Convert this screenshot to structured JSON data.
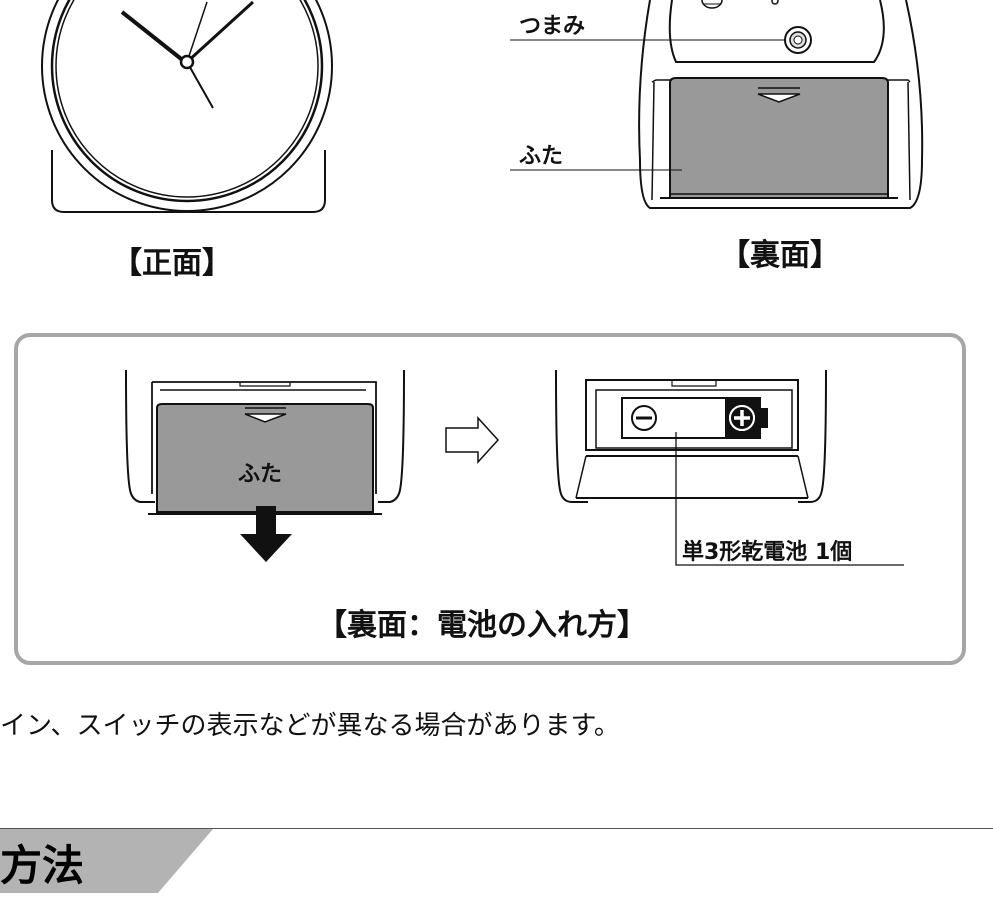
{
  "front": {
    "caption": "【正面】"
  },
  "back": {
    "caption": "【裏面】",
    "knob_label": "つまみ",
    "lid_label": "ふた"
  },
  "battery_howto": {
    "lid_label": "ふた",
    "battery_label": "単3形乾電池 1個",
    "caption": "【裏面：電池の入れ方】"
  },
  "note": "イン、スイッチの表示などが異なる場合があります。",
  "section": {
    "title": "方法"
  },
  "colors": {
    "lid_gray": "#999999",
    "box_border": "#a6a6a6",
    "section_bg": "#b3b3b3"
  }
}
